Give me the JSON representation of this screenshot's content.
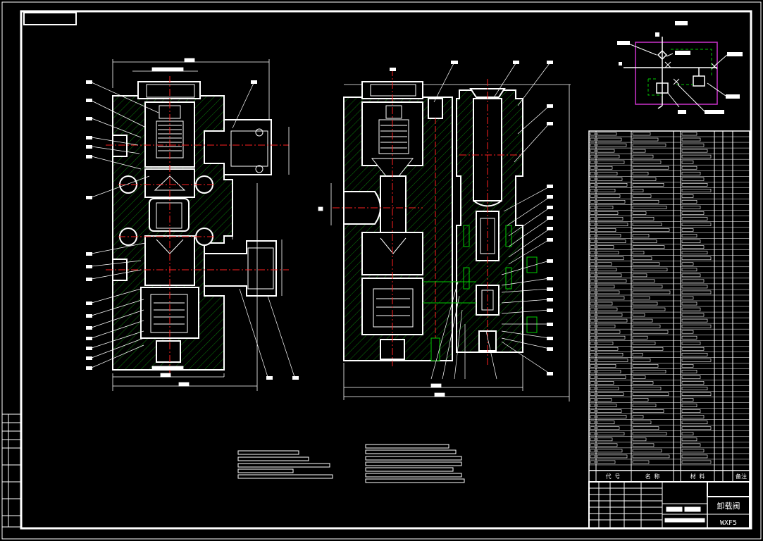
{
  "drawing": {
    "colors": {
      "background": "#000000",
      "outline": "#ffffff",
      "section": "#00cc00",
      "center": "#ff2020",
      "frame_schematic": "#cc33cc"
    },
    "title_block": {
      "name": "卸载阀",
      "code": "WXF5"
    },
    "bom_header": {
      "code": "代 号",
      "name": "名 称",
      "material": "材 料",
      "remark": "备注"
    }
  }
}
